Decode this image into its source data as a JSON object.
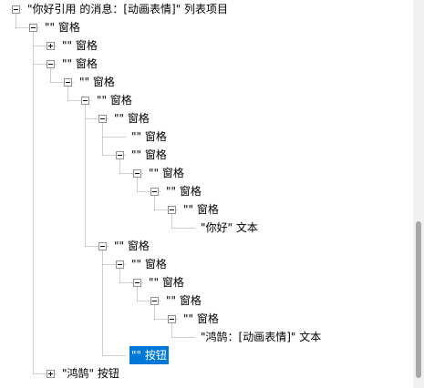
{
  "tree": {
    "selected_index": 19,
    "nodes": [
      {
        "label": "\"你好引用  的消息：[动画表情]\" 列表项目",
        "depth": 0,
        "expander": "minus"
      },
      {
        "label": "\"\" 窗格",
        "depth": 1,
        "expander": "minus"
      },
      {
        "label": "\"\" 窗格",
        "depth": 2,
        "expander": "plus"
      },
      {
        "label": "\"\" 窗格",
        "depth": 2,
        "expander": "minus"
      },
      {
        "label": "\"\" 窗格",
        "depth": 3,
        "expander": "minus"
      },
      {
        "label": "\"\" 窗格",
        "depth": 4,
        "expander": "minus"
      },
      {
        "label": "\"\" 窗格",
        "depth": 5,
        "expander": "minus"
      },
      {
        "label": "\"\" 窗格",
        "depth": 6,
        "expander": "none"
      },
      {
        "label": "\"\" 窗格",
        "depth": 6,
        "expander": "minus"
      },
      {
        "label": "\"\" 窗格",
        "depth": 7,
        "expander": "minus"
      },
      {
        "label": "\"\" 窗格",
        "depth": 8,
        "expander": "minus"
      },
      {
        "label": "\"\" 窗格",
        "depth": 9,
        "expander": "minus"
      },
      {
        "label": "\"你好\" 文本",
        "depth": 10,
        "expander": "none"
      },
      {
        "label": "\"\" 窗格",
        "depth": 5,
        "expander": "minus"
      },
      {
        "label": "\"\" 窗格",
        "depth": 6,
        "expander": "minus"
      },
      {
        "label": "\"\" 窗格",
        "depth": 7,
        "expander": "minus"
      },
      {
        "label": "\"\" 窗格",
        "depth": 8,
        "expander": "minus"
      },
      {
        "label": "\"\" 窗格",
        "depth": 9,
        "expander": "minus"
      },
      {
        "label": "\"鸿鹄：[动画表情]\" 文本",
        "depth": 10,
        "expander": "none"
      },
      {
        "label": "\"\" 按钮",
        "depth": 6,
        "expander": "none"
      },
      {
        "label": "\"鸿鹄\" 按钮",
        "depth": 2,
        "expander": "plus"
      }
    ]
  },
  "colors": {
    "selection": "#0078d7",
    "selection_text": "#ffffff",
    "connector": "#a0a0a0",
    "expander_border": "#919191"
  }
}
